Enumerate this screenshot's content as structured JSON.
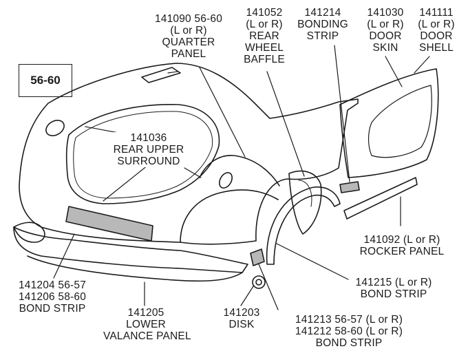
{
  "year_badge": "56-60",
  "labels": {
    "quarter_panel": [
      "141090   56-60",
      "(L or R)",
      "QUARTER",
      "PANEL"
    ],
    "rear_wheel_baffle": [
      "141052",
      "(L or R)",
      "REAR",
      "WHEEL",
      "BAFFLE"
    ],
    "bonding_strip_top": [
      "141214",
      "BONDING",
      "STRIP"
    ],
    "door_skin": [
      "141030",
      "(L or R)",
      "DOOR",
      "SKIN"
    ],
    "door_shell": [
      "141111",
      "(L or R)",
      "DOOR",
      "SHELL"
    ],
    "rear_upper_surround": [
      "141036",
      "REAR UPPER",
      "SURROUND"
    ],
    "rocker_panel": [
      "141092 (L or R)",
      "ROCKER PANEL"
    ],
    "bond_strip_141215": [
      "141215 (L or R)",
      "BOND STRIP"
    ],
    "bond_strip_left": [
      "141204   56-57",
      "141206   58-60",
      "BOND STRIP"
    ],
    "lower_valance": [
      "141205",
      "LOWER",
      "VALANCE PANEL"
    ],
    "disk": [
      "141203",
      "DISK"
    ],
    "bond_strip_bottom": [
      "141213   56-57 (L or R)",
      "141212   58-60 (L or R)",
      "BOND STRIP"
    ]
  },
  "colors": {
    "ink": "#1a1a1a",
    "strip_fill": "#b8b8b8",
    "paper": "#ffffff"
  }
}
